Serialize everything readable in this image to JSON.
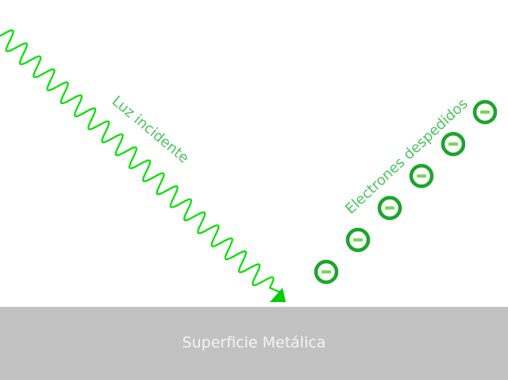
{
  "labels": {
    "incident_light": "Luz incidente",
    "ejected_electrons": "Electrones despedidos",
    "surface": "Superficie Metálica"
  },
  "electrons": {
    "count": 6,
    "charge_symbol": "−"
  },
  "colors": {
    "wave": "#00e000",
    "label": "#4cc45f",
    "electron_ring": "#1aa52a",
    "electron_fill": "#ffffff",
    "electron_charge": "#6fdc4a",
    "surface": "#c2c2c2",
    "surface_text": "#f4f4f4"
  }
}
